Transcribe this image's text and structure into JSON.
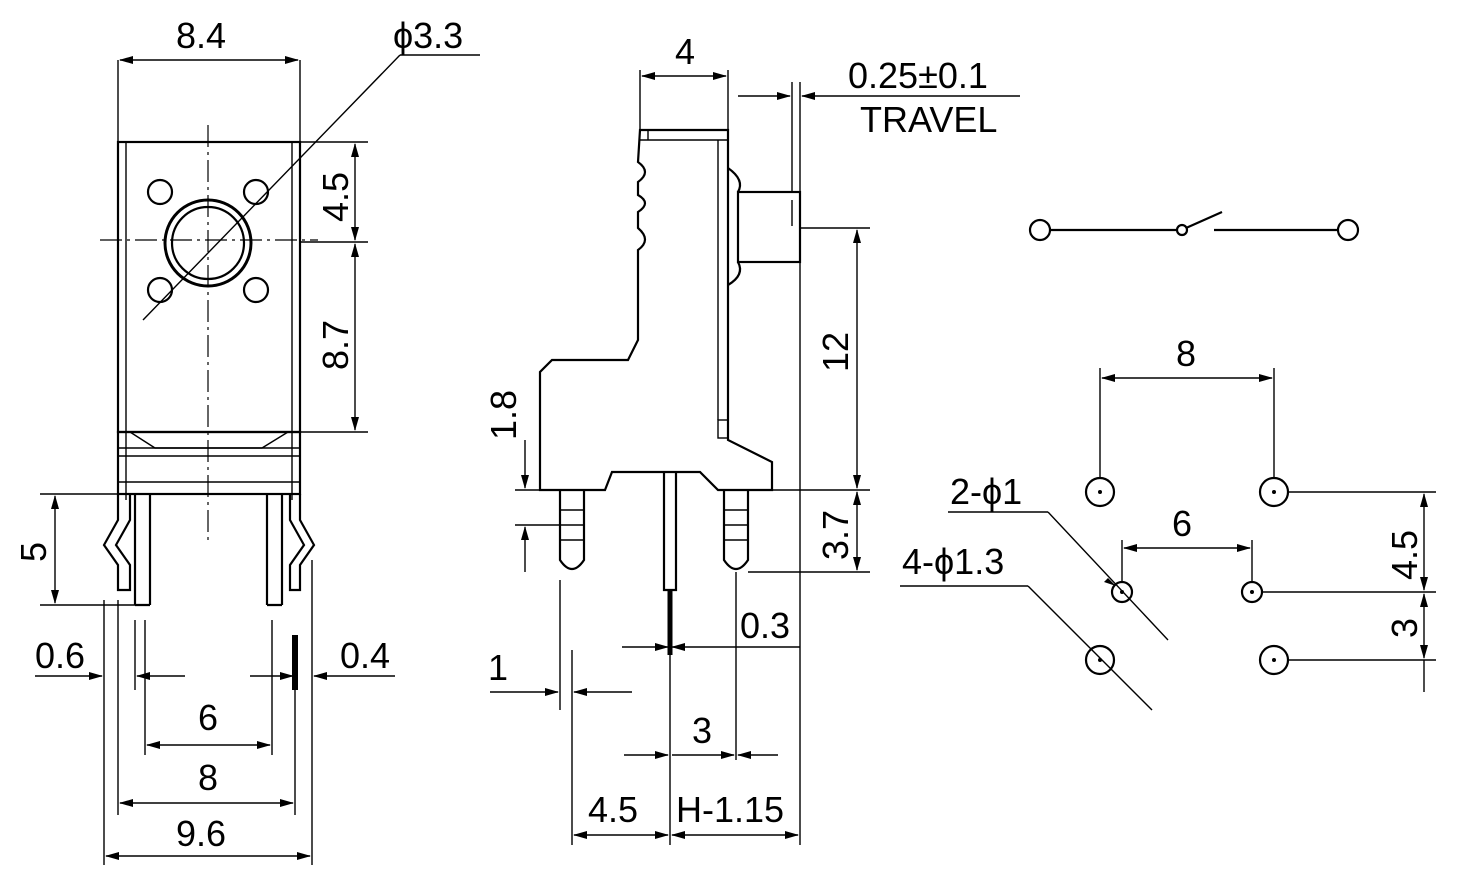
{
  "front_view": {
    "width_top": "8.4",
    "hole_diameter": "ϕ3.3",
    "dim_upper": "4.5",
    "dim_lower": "8.7",
    "pin_height": "5",
    "pin_width_left": "0.6",
    "pin_width_right": "0.4",
    "pin_pitch_inner": "6",
    "pin_pitch_mid": "8",
    "width_bottom": "9.6"
  },
  "side_view": {
    "actuator_width": "4",
    "travel_value": "0.25±0.1",
    "travel_label": "TRAVEL",
    "height_actuator": "12",
    "step_height": "1.8",
    "pin_length": "3.7",
    "pin_thickness": "0.3",
    "pin_offset": "1",
    "pin_spacing": "3",
    "base_offset": "4.5",
    "height_formula": "H-1.15"
  },
  "pcb_layout": {
    "row_spacing": "8",
    "hole_label_small": "2-ϕ1",
    "hole_spacing": "6",
    "hole_label_large": "4-ϕ1.3",
    "vertical_upper": "4.5",
    "vertical_lower": "3"
  }
}
